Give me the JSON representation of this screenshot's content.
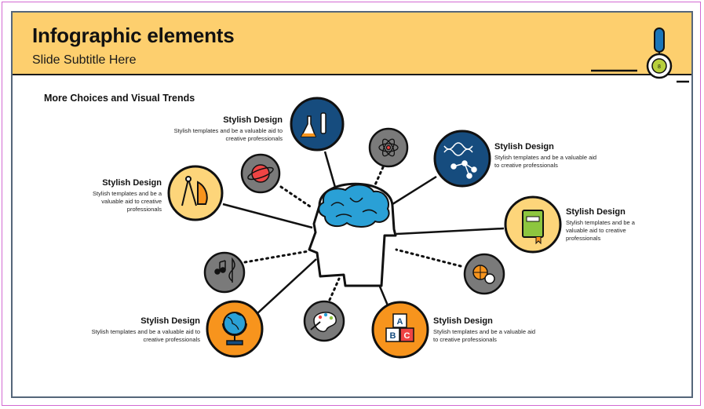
{
  "header": {
    "title": "Infographic elements",
    "subtitle": "Slide Subtitle Here",
    "badge": "8"
  },
  "section_heading": "More Choices and Visual Trends",
  "items": [
    {
      "title": "Stylish Design",
      "body": "Stylish templates and be a valuable aid to creative professionals"
    },
    {
      "title": "Stylish Design",
      "body": "Stylish templates and be a valuable aid to creative professionals"
    },
    {
      "title": "Stylish Design",
      "body": "Stylish templates and be a valuable aid to creative professionals"
    },
    {
      "title": "Stylish Design",
      "body": "Stylish templates and be a valuable aid to creative professionals"
    },
    {
      "title": "Stylish Design",
      "body": "Stylish templates and be a valuable aid to creative professionals"
    },
    {
      "title": "Stylish Design",
      "body": "Stylish templates and be a valuable aid to creative professionals"
    }
  ],
  "colors": {
    "header_bg": "#fdcf6e",
    "navy": "#164c7e",
    "yellow": "#fdd57a",
    "orange": "#f7941d",
    "gray": "#7a7a7a",
    "brain": "#2aa0d6",
    "outline": "#111111"
  },
  "icons": {
    "top_navy": "lab-flask-icon",
    "left_yellow": "compass-ruler-icon",
    "right_navy": "dna-molecule-icon",
    "right_yellow": "book-icon",
    "bottom_orange_left": "globe-icon",
    "bottom_orange_right": "abc-blocks-icon",
    "gray_planet": "planet-icon",
    "gray_atom": "atom-icon",
    "gray_music": "music-notes-icon",
    "gray_palette": "palette-icon",
    "gray_balls": "sports-balls-icon",
    "center": "brain-head-icon"
  }
}
